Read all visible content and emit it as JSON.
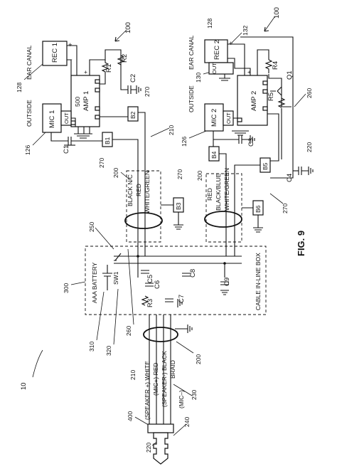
{
  "figure": {
    "label": "FIG. 9",
    "system_ref": "10"
  },
  "refs": {
    "r100a": "100",
    "r100b": "100",
    "r128a": "128",
    "r128b": "128",
    "r126a": "126",
    "r126b": "126",
    "r130": "130",
    "r132": "132",
    "r500": "500",
    "r270a": "270",
    "r270b": "270",
    "r270c": "270",
    "r270d": "270",
    "r210a": "210",
    "r210b": "210",
    "r260a": "260",
    "r260b": "260",
    "r220a": "220",
    "r220b": "220",
    "r200a": "200",
    "r200b": "200",
    "r200c": "200",
    "r250": "250",
    "r300": "300",
    "r310": "310",
    "r320": "320",
    "r230": "230",
    "r240": "240",
    "r400": "400"
  },
  "components": {
    "rec1": "REC 1",
    "rec2": "REC 2",
    "amp1": "AMP 1",
    "amp2": "AMP 2",
    "mic1": "MIC 1",
    "mic2": "MIC 2",
    "out1": "OUT",
    "out2": "OUT",
    "out3": "OUT",
    "r1": "R1",
    "r2": "R2",
    "r3": "R3",
    "r4": "R4",
    "r5": "R5",
    "c1": "C1",
    "c2": "C2",
    "c3": "C3",
    "c4": "C4",
    "c5": "C5",
    "c6": "C6",
    "c7": "C7",
    "c8": "C8",
    "c9": "C9",
    "q1": "Q1",
    "sw1": "SW1",
    "b1": "B1",
    "b2": "B2",
    "b3": "B3",
    "b4": "B4",
    "b5": "B5",
    "b6": "B6",
    "plus1": "+",
    "minus1": "–",
    "plus2": "+",
    "minus2": "–",
    "plus3": "+",
    "plus4": "+"
  },
  "labels": {
    "ear_canal_1": "EAR CANAL",
    "ear_canal_2": "EAR CANAL",
    "outside_1": "OUTSIDE",
    "outside_2": "OUTSIDE",
    "cable1_black": "BLACK N/C",
    "cable1_red": "RED",
    "cable1_wg": "WHITE/GREEN",
    "cable2_red": "RED",
    "cable2_bb": "BLACK/BLUE",
    "cable2_wg": "WHITE/GREEN",
    "battery": "AAA BATTERY",
    "inline_box": "CABLE IN-LINE BOX",
    "plug_speaker_plus": "(SPEAKER +) WHITE",
    "plug_mic_plus": "(MIC+) RED",
    "plug_speaker_black": "(SPEAKER-) BLACK",
    "plug_braid": "BRAID",
    "plug_mic_minus": "(MIC–)"
  }
}
